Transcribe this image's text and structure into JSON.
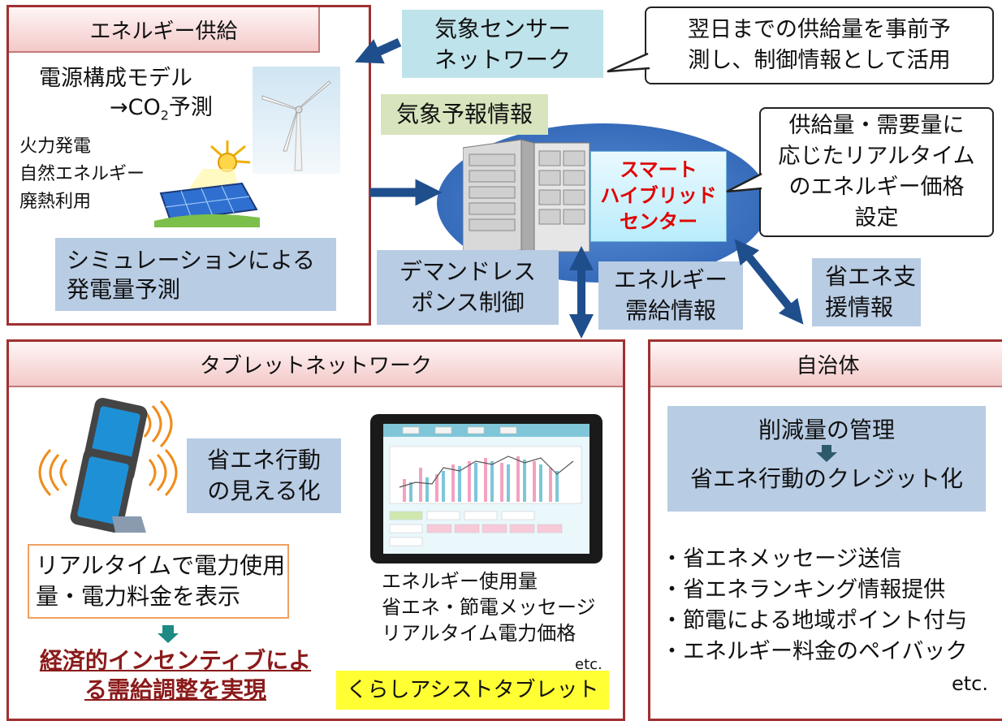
{
  "energy_supply": {
    "title": "エネルギー供給",
    "model_line1": "電源構成モデル",
    "model_line2_prefix": "→CO",
    "model_line2_sub": "2",
    "model_line2_suffix": "予測",
    "sources": [
      "火力発電",
      "自然エネルギー",
      "廃熱利用"
    ],
    "simulation_line1": "シミュレーションによる",
    "simulation_line2": "発電量予測"
  },
  "weather_sensor": {
    "line1": "気象センサー",
    "line2": "ネットワーク"
  },
  "forecast_callout": {
    "line1": "翌日までの供給量を事前予",
    "line2": "測し、制御情報として活用"
  },
  "weather_forecast": "気象予報情報",
  "center": {
    "line1": "スマート",
    "line2": "ハイブリッド",
    "line3": "センター"
  },
  "price_callout": {
    "line1": "供給量・需要量に",
    "line2": "応じたリアルタイム",
    "line3": "のエネルギー価格",
    "line4": "設定"
  },
  "demand_response": {
    "line1": "デマンドレス",
    "line2": "ポンス制御"
  },
  "energy_info": {
    "line1": "エネルギー",
    "line2": "需給情報"
  },
  "saving_support": {
    "line1": "省エネ支",
    "line2": "援情報"
  },
  "tablet_network": {
    "title": "タブレットネットワーク",
    "visualize_line1": "省エネ行動",
    "visualize_line2": "の見える化",
    "realtime_line1": "リアルタイムで電力使用",
    "realtime_line2": "量・電力料金を表示",
    "incentive_line1": "経済的インセンティブによ",
    "incentive_line2": "る需給調整を実現",
    "features": [
      "エネルギー使用量",
      "省エネ・節電メッセージ",
      "リアルタイム電力価格"
    ],
    "etc": "etc.",
    "product_name": "くらしアシストタブレット"
  },
  "municipality": {
    "title": "自治体",
    "reduction_mgmt": "削減量の管理",
    "credit": "省エネ行動のクレジット化",
    "services": [
      "・省エネメッセージ送信",
      "・省エネランキング情報提供",
      "・節電による地域ポイント付与",
      "・エネルギー料金のペイバック"
    ],
    "etc": "etc."
  },
  "colors": {
    "panel_border": "#a03030",
    "arrow": "#1f4e8c",
    "center_text": "#e00000",
    "incentive_text": "#8b1a1a",
    "product_label_bg": "#ffff33"
  }
}
